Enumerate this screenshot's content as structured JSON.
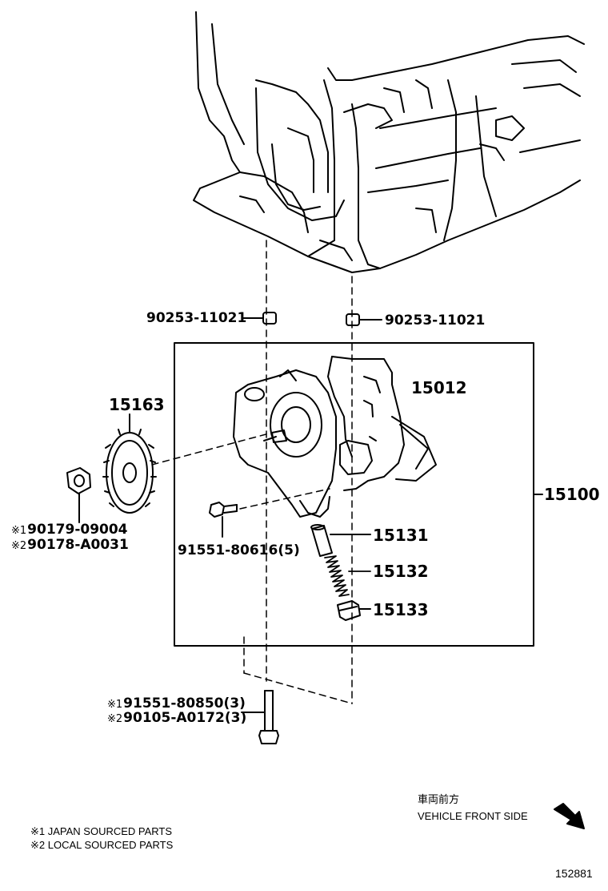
{
  "labels": {
    "pin_left": "90253-11021",
    "pin_right": "90253-11021",
    "sprocket": "15163",
    "housing": "15012",
    "assembly": "15100",
    "nut_a": "90179-09004",
    "nut_b": "90178-A0031",
    "bolt_small": "91551-80616(5)",
    "valve": "15131",
    "spring": "15132",
    "plug": "15133",
    "bolt_long_a": "91551-80850(3)",
    "bolt_long_b": "90105-A0172(3)"
  },
  "marks": {
    "m1": "※1",
    "m2": "※2"
  },
  "notes": {
    "japan": "※1 JAPAN SOURCED PARTS",
    "local": "※2 LOCAL SOURCED PARTS"
  },
  "direction": {
    "jp": "車両前方",
    "en": "VEHICLE FRONT SIDE"
  },
  "diagram_id": "152881"
}
